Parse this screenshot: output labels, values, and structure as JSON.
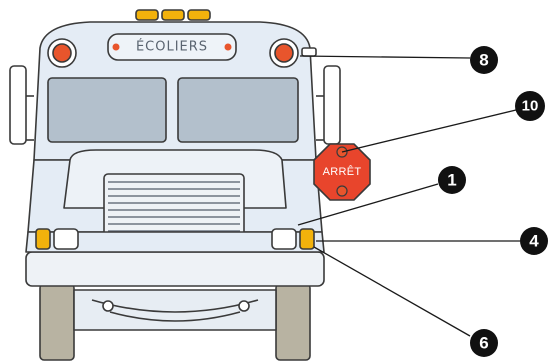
{
  "roof_sign": {
    "text": "ÉCOLIERS"
  },
  "stop_sign": {
    "text": "ARRÊT",
    "color": "#e8452c"
  },
  "colors": {
    "warning_lamp_red": "#e8552c",
    "amber_lamp": "#f2b20c",
    "headlight": "#ffffff",
    "body": "#e4ecf5",
    "callout": "#111111"
  },
  "callouts": [
    {
      "id": "8",
      "label": "8",
      "points_to": "red warning lamp"
    },
    {
      "id": "10",
      "label": "10",
      "points_to": "stop sign arm"
    },
    {
      "id": "1",
      "label": "1",
      "points_to": "headlight"
    },
    {
      "id": "4",
      "label": "4",
      "points_to": "amber turn signal"
    },
    {
      "id": "6",
      "label": "6",
      "points_to": "amber turn signal"
    }
  ]
}
